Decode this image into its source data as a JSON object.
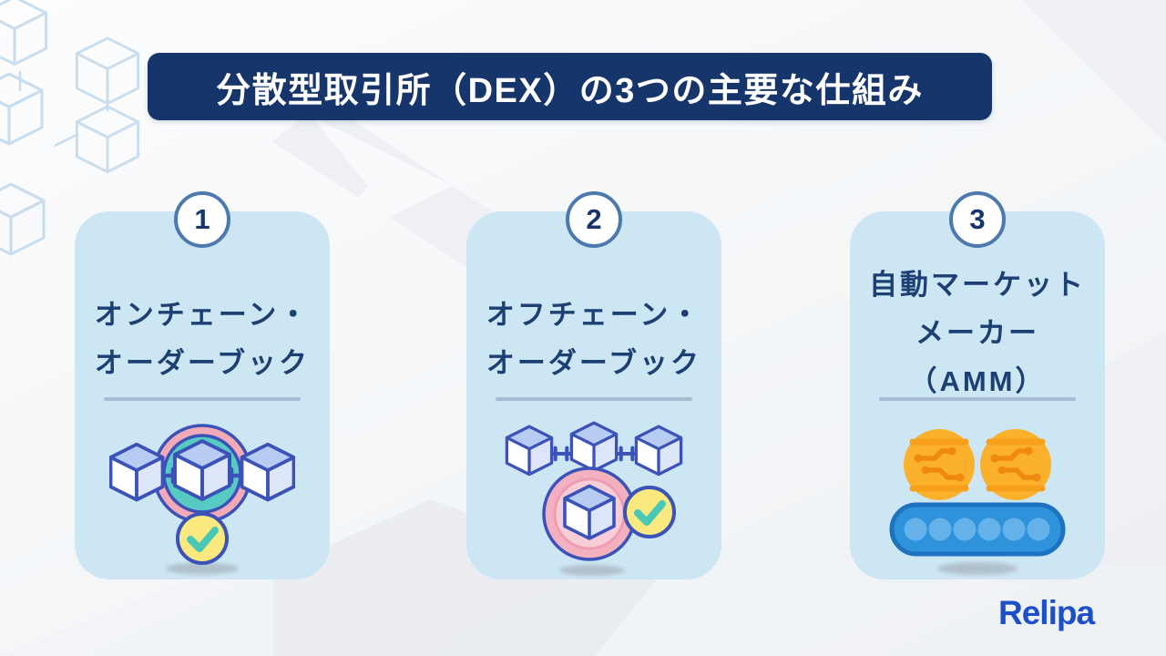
{
  "title": {
    "text": "分散型取引所（DEX）の3つの主要な仕組み"
  },
  "cards": [
    {
      "number": "1",
      "lines": [
        "オンチェーン・",
        "オーダーブック"
      ],
      "icon": "onchain-orderbook-cubes-magnifier-check-icon"
    },
    {
      "number": "2",
      "lines": [
        "オフチェーン・",
        "オーダーブック"
      ],
      "icon": "offchain-orderbook-cubes-ring-check-icon"
    },
    {
      "number": "3",
      "lines": [
        "自動マーケット",
        "メーカー",
        "（AMM）"
      ],
      "icon": "amm-coins-conveyor-icon"
    }
  ],
  "footer": {
    "logo_text": "Relipa"
  },
  "colors": {
    "banner_bg": "#16366b",
    "card_bg": "#cde6f4",
    "heading_text": "#1c3f74",
    "badge_border": "#4c79ae",
    "divider": "#a7bcd4",
    "logo_blue": "#1d50c8",
    "icon_outline": "#3b52b8",
    "icon_teal": "#57cbc3",
    "icon_pink": "#f2aab9",
    "icon_yellow": "#f9e97e",
    "coin_orange": "#fbb12c",
    "belt_blue": "#2f93db",
    "wireframe_cube": "#c8ddee"
  }
}
